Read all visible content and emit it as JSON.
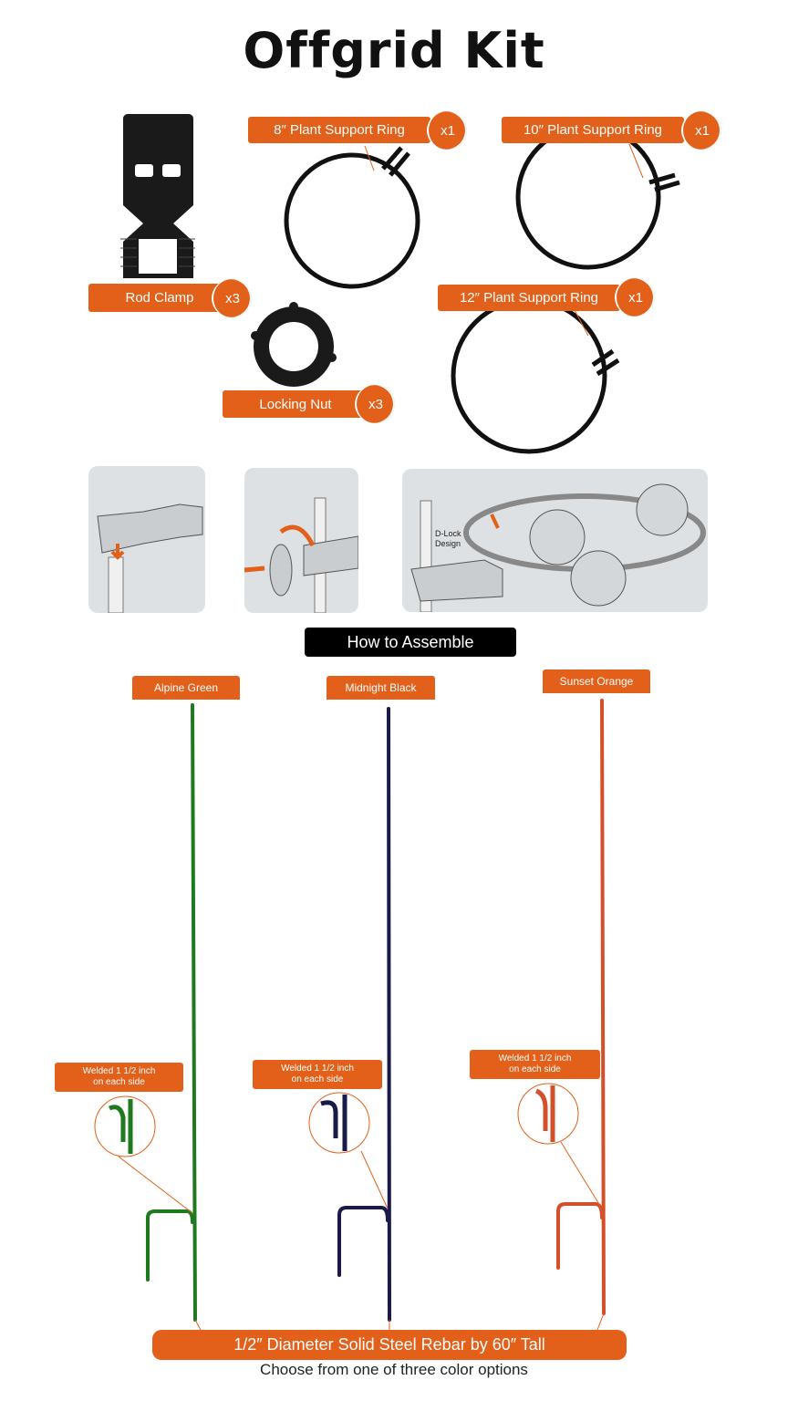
{
  "title": "Offgrid Kit",
  "parts": [
    {
      "label": "Rod Clamp",
      "qty": "x3"
    },
    {
      "label": "8″ Plant Support Ring",
      "qty": "x1"
    },
    {
      "label": "10″ Plant Support Ring",
      "qty": "x1"
    },
    {
      "label": "12″ Plant Support Ring",
      "qty": "x1"
    },
    {
      "label": "Locking Nut",
      "qty": "x3"
    }
  ],
  "assembly": {
    "callout": "D-Lock Design",
    "label": "How to Assemble"
  },
  "colors": [
    {
      "name": "Alpine Green",
      "hex": "#1f7a1f"
    },
    {
      "name": "Midnight Black",
      "hex": "#1a1a4a"
    },
    {
      "name": "Sunset Orange",
      "hex": "#d4502a"
    }
  ],
  "weld_note": {
    "line1": "Welded 1 1/2 inch",
    "line2": "on each side"
  },
  "footer": {
    "spec": "1/2″ Diameter Solid Steel Rebar by 60″ Tall",
    "subtitle": "Choose from one of three color options"
  },
  "accent": "#e2601a"
}
